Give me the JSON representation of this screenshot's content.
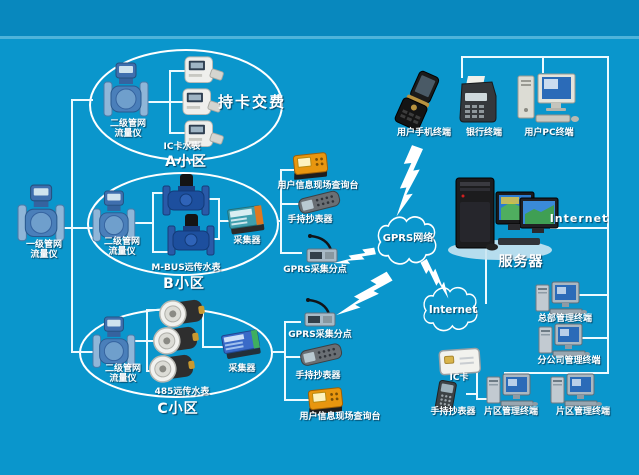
{
  "colors": {
    "background": "#0A96CC",
    "connection_line": "#ECFAFF",
    "text": "#FFFFFF",
    "ellipse_stroke": "#FFFFFF"
  },
  "pipeline": {
    "primary_flowmeter_line1": "一级管网",
    "primary_flowmeter_line2": "流量仪"
  },
  "district_a": {
    "name": "A小区",
    "flowmeter_line1": "二级管网",
    "flowmeter_line2": "流量仪",
    "payment_label": "持卡交费",
    "meter_label": "IC卡水表"
  },
  "district_b": {
    "name": "B小区",
    "flowmeter_line1": "二级管网",
    "flowmeter_line2": "流量仪",
    "collector_label": "采集器",
    "meter_label": "M-BUS远传水表"
  },
  "district_c": {
    "name": "C小区",
    "flowmeter_line1": "二级管网",
    "flowmeter_line2": "流量仪",
    "collector_label": "采集器",
    "meter_label": "485远传水表"
  },
  "field_devices_upper": {
    "query_station": "用户信息现场查询台",
    "handheld_reader": "手持抄表器",
    "gprs_point": "GPRS采集分点"
  },
  "field_devices_lower": {
    "gprs_point": "GPRS采集分点",
    "handheld_reader": "手持抄表器",
    "query_station": "用户信息现场查询台"
  },
  "networks": {
    "gprs_cloud": "GPRS网络",
    "internet_cloud": "Internet",
    "internet_link": "Internet"
  },
  "user_terminals": {
    "mobile": "用户手机终端",
    "bank": "银行终端",
    "pc": "用户PC终端"
  },
  "server": {
    "label": "服务器"
  },
  "management": {
    "headquarters": "总部管理终端",
    "branch": "分公司管理终端",
    "ic_card": "IC卡",
    "handheld_reader": "手持抄表器",
    "district_left": "片区管理终端",
    "district_right": "片区管理终端"
  }
}
